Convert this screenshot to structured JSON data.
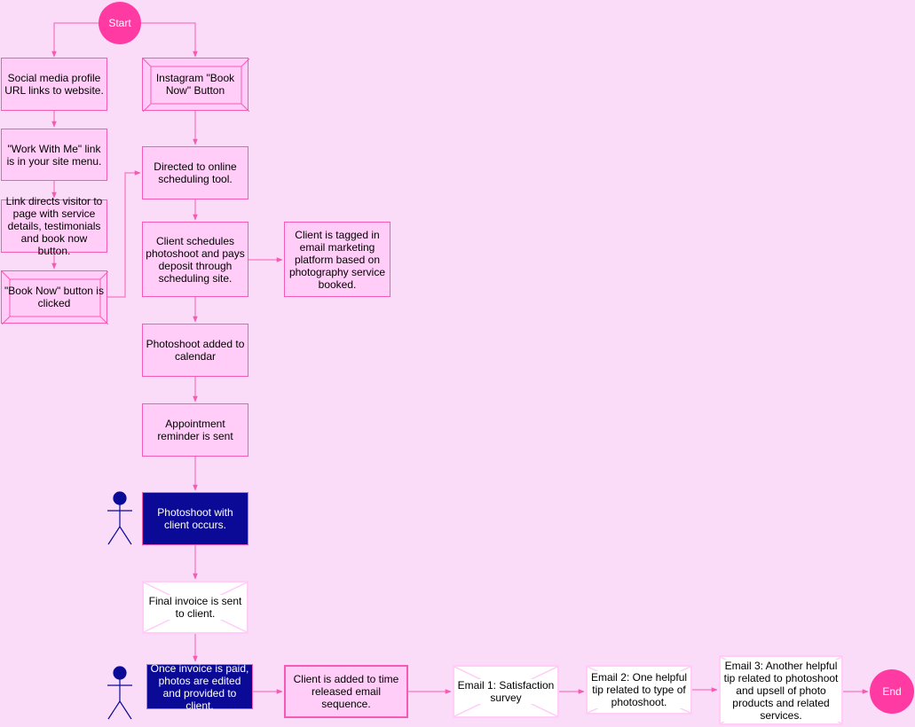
{
  "flow": {
    "start": "Start",
    "end": "End",
    "social_profile": "Social media profile URL links to website.",
    "work_with_me": "\"Work With Me\" link is in your site menu.",
    "link_directs": "Link directs visitor to page with service details, testimonials and book now button.",
    "book_now_clicked": "\"Book Now\" button is clicked",
    "instagram_button": "Instagram \"Book Now\" Button",
    "directed_scheduling": "Directed to online scheduling tool.",
    "client_schedules": "Client schedules photoshoot and pays deposit through scheduling site.",
    "client_tagged": "Client is tagged in email marketing platform based on photography service booked.",
    "added_calendar": "Photoshoot added to calendar",
    "reminder_sent": "Appointment reminder is sent",
    "photoshoot_occurs": "Photoshoot with client occurs.",
    "final_invoice": "Final invoice is sent to client.",
    "invoice_paid": "Once invoice is paid, photos are edited and provided to client.",
    "email_sequence": "Client is added to time released email sequence.",
    "email1": "Email 1: Satisfaction survey",
    "email2": "Email 2: One helpful tip related to type of photoshoot.",
    "email3": "Email 3: Another helpful tip related to photoshoot and upsell of photo products and related services."
  },
  "colors": {
    "background": "#fadcf8",
    "node_fill": "#ffcdf7",
    "stroke": "#f55ab5",
    "terminal": "#ff3aa3",
    "dark_fill": "#0a0a96",
    "actor": "#0a0a96"
  }
}
